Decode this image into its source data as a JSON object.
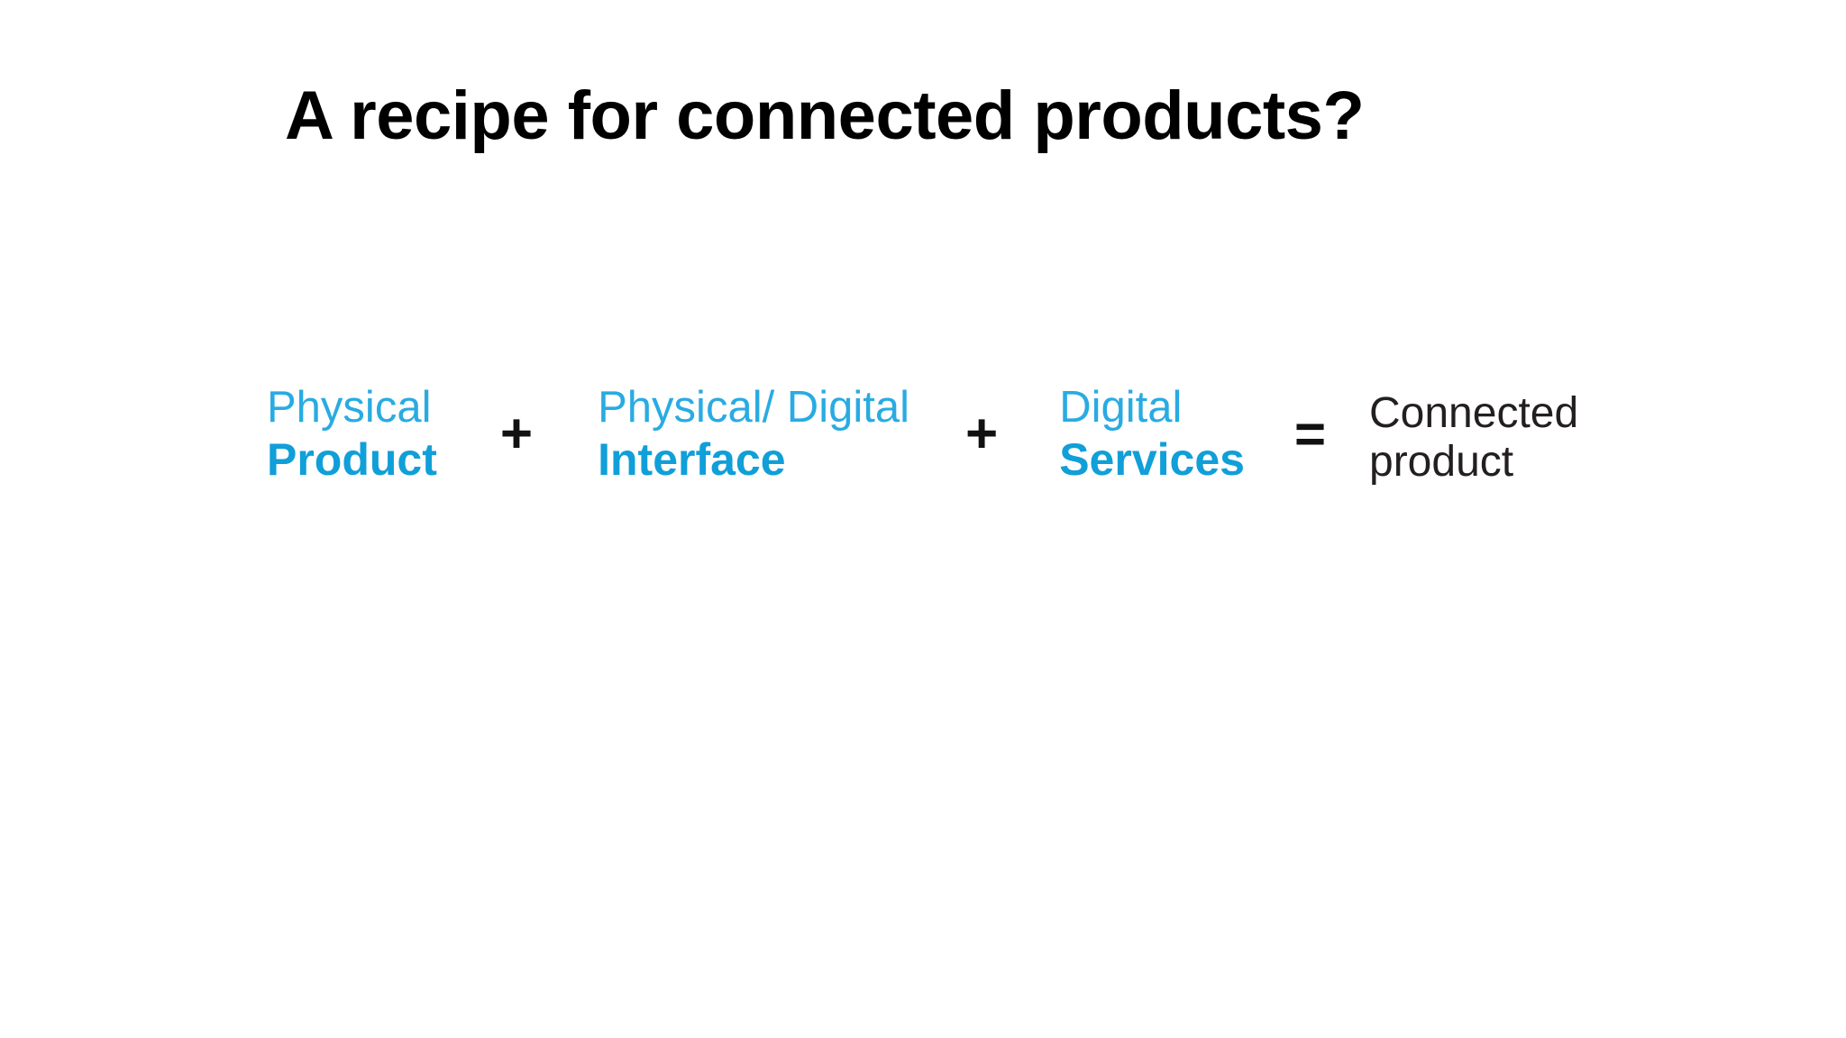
{
  "slide": {
    "background_color": "#ffffff",
    "title": "A recipe for connected products?",
    "title_color": "#000000"
  },
  "colors": {
    "accent_light": "#29ABE2",
    "accent_bold": "#109FD8",
    "operator": "#111111",
    "result_text": "#231F20"
  },
  "formula": {
    "terms": [
      {
        "top": "Physical",
        "bottom": "Product"
      },
      {
        "top": "Physical/ Digital",
        "bottom": "Interface"
      },
      {
        "top": "Digital",
        "bottom": "Services"
      }
    ],
    "operators": {
      "plus": "+",
      "equals": "="
    },
    "result": {
      "line1": "Connected",
      "line2": "product"
    }
  }
}
